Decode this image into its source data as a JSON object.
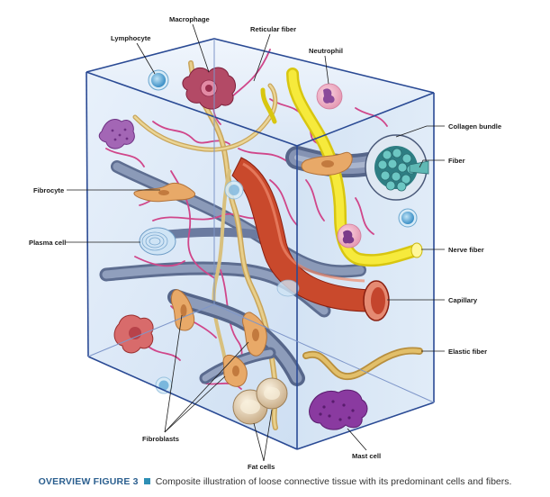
{
  "labels": {
    "macrophage": "Macrophage",
    "lymphocyte": "Lymphocyte",
    "reticular_fiber": "Reticular fiber",
    "neutrophil": "Neutrophil",
    "collagen_bundle": "Collagen bundle",
    "fiber": "Fiber",
    "fibrocyte": "Fibrocyte",
    "plasma_cell": "Plasma cell",
    "nerve_fiber": "Nerve fiber",
    "capillary": "Capillary",
    "elastic_fiber": "Elastic fiber",
    "fibroblasts": "Fibroblasts",
    "mast_cell": "Mast cell",
    "fat_cells": "Fat cells"
  },
  "caption": {
    "title": "OVERVIEW FIGURE 3",
    "text": "Composite illustration of loose connective tissue with its predominant cells and fibers."
  },
  "colors": {
    "box_edge": "#2a4a94",
    "box_fill": "#cfe2f5",
    "collagen": "#6f7fa0",
    "reticular": "#d0468a",
    "elastic": "#d9b86a",
    "nerve": "#f2e218",
    "capillary": "#c8321e",
    "fibroblast": "#e8a968",
    "macrophage": "#b03a5a",
    "mast_cell": "#8a3aa0",
    "accent": "#2e8fb5"
  }
}
